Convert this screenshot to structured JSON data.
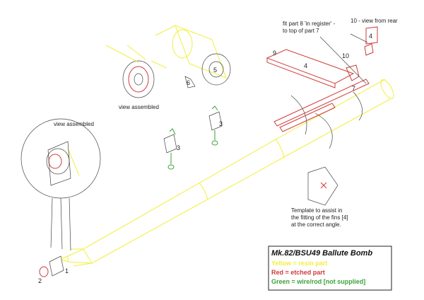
{
  "title": "Mk.82/BSU49 Ballute Bomb",
  "legend": {
    "yellow": "Yellow = resin part",
    "red": "Red = etched part",
    "green": "Green = wire/rod [not supplied]"
  },
  "colors": {
    "yellow": "#f2ef3e",
    "red": "#d03a3a",
    "green": "#3aa23a",
    "ink": "#444444"
  },
  "notes": {
    "view_assembled_top": "view assembled",
    "view_assembled_circle": "view assembled",
    "fit_part8": "fit part 8 'in register' -\nto top of part 7",
    "view_rear": "10 - view from rear",
    "template": "Template to assist in\nthe fitting of the fins [4]\nat the correct angle."
  },
  "part_numbers": {
    "p1": "1",
    "p2": "2",
    "p3a": "3",
    "p3b": "3",
    "p4a": "4",
    "p4b": "4",
    "p5": "5",
    "p6": "6",
    "p7": "7",
    "p9": "9",
    "p10": "10"
  }
}
